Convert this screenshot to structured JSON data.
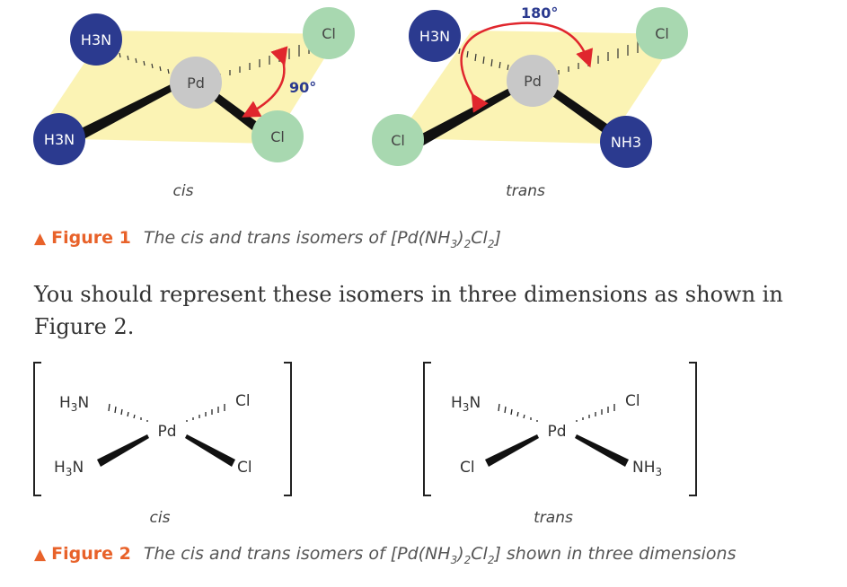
{
  "figure1": {
    "cis": {
      "label": "cis",
      "atoms": {
        "center": "Pd",
        "top_left": "H3N",
        "top_right": "Cl",
        "bottom_left": "H3N",
        "bottom_right": "Cl"
      },
      "angle_label": "90°"
    },
    "trans": {
      "label": "trans",
      "atoms": {
        "center": "Pd",
        "top_left": "H3N",
        "top_right": "Cl",
        "bottom_left": "Cl",
        "bottom_right": "NH3"
      },
      "angle_label": "180°"
    },
    "caption": {
      "marker": "▲",
      "number": "Figure 1",
      "text_main": "The cis and trans isomers of [Pd(NH",
      "sub1": "3",
      "text_mid": ")",
      "sub2": "2",
      "text_cl": "Cl",
      "sub3": "2",
      "text_end": "]"
    }
  },
  "body_text": "You should represent these isomers in three dimensions as shown in Figure 2.",
  "figure2": {
    "cis": {
      "label": "cis",
      "atoms": {
        "center": "Pd",
        "top_left": "H3N",
        "top_right": "Cl",
        "bottom_left": "H3N",
        "bottom_right": "Cl"
      }
    },
    "trans": {
      "label": "trans",
      "atoms": {
        "center": "Pd",
        "top_left": "H3N",
        "top_right": "Cl",
        "bottom_left": "Cl",
        "bottom_right": "NH3"
      }
    },
    "caption": {
      "marker": "▲",
      "number": "Figure 2",
      "text_main": "The cis and trans isomers of [Pd(NH",
      "sub1": "3",
      "text_mid": ")",
      "sub2": "2",
      "text_cl": "Cl",
      "sub3": "2",
      "text_end": "] shown in three dimensions"
    }
  },
  "colors": {
    "amine": "#2b3a8f",
    "chloride": "#a8d8b0",
    "palladium": "#c8c8c8",
    "plane": "#fbf3b4",
    "arrow": "#e0262d",
    "accent": "#e8622a"
  }
}
